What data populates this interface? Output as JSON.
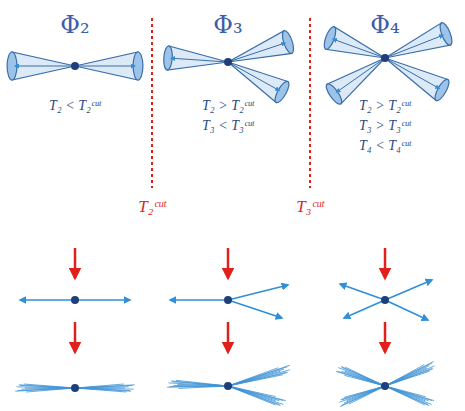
{
  "diagram": {
    "labels": [
      "Φ₂",
      "Φ₃",
      "Φ₄",
      "T₂ < T₂ᶜᵘᵗ",
      "T₂ > T₂ᶜᵘᵗ",
      "T₃ < T₃ᶜᵘᵗ",
      "T₂ > T₂ᶜᵘᵗ",
      "T₃ > T₃ᶜᵘᵗ",
      "T₄ < T₄ᶜᵘᵗ",
      "T₂ᶜᵘᵗ",
      "T₃ᶜᵘᵗ"
    ]
  }
}
